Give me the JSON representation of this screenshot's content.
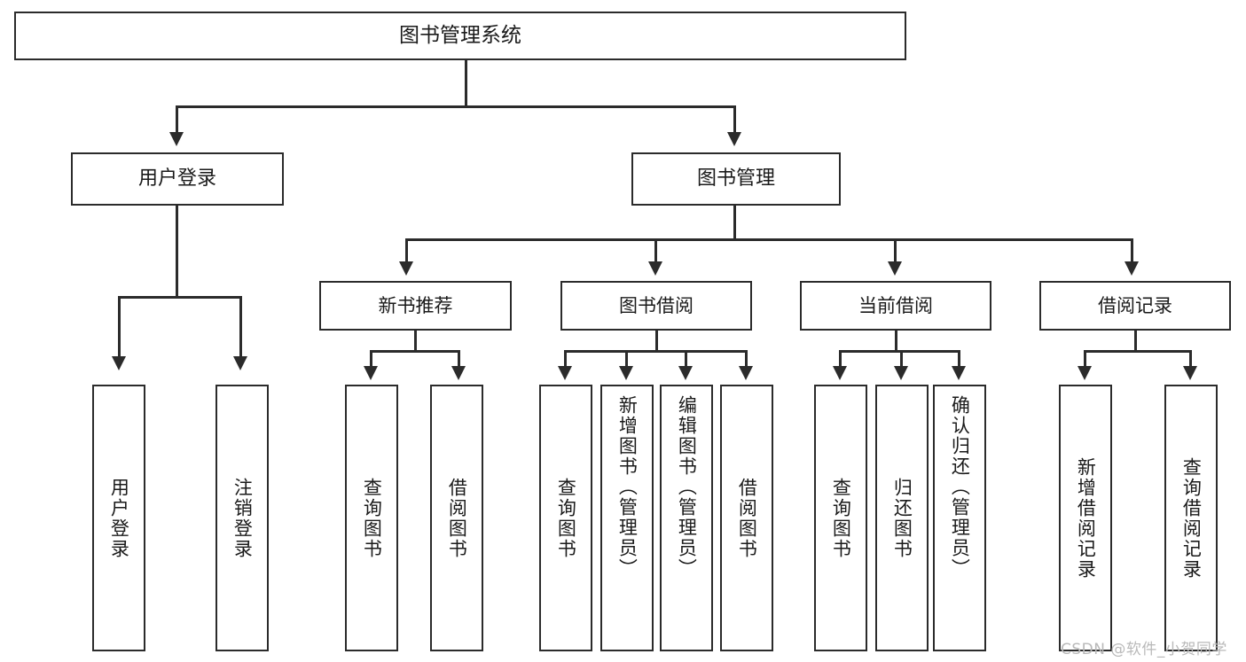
{
  "diagram": {
    "title": "图书管理系统",
    "type": "hierarchy-tree",
    "root": {
      "label": "图书管理系统"
    },
    "level1": [
      {
        "label": "用户登录"
      },
      {
        "label": "图书管理"
      }
    ],
    "level2": [
      {
        "label": "新书推荐"
      },
      {
        "label": "图书借阅"
      },
      {
        "label": "当前借阅"
      },
      {
        "label": "借阅记录"
      }
    ],
    "leaves": [
      {
        "label": "用户登录"
      },
      {
        "label": "注销登录"
      },
      {
        "label": "查询图书"
      },
      {
        "label": "借阅图书"
      },
      {
        "label": "查询图书"
      },
      {
        "label": "新增图书（管理员）"
      },
      {
        "label": "编辑图书（管理员）"
      },
      {
        "label": "借阅图书"
      },
      {
        "label": "查询图书"
      },
      {
        "label": "归还图书"
      },
      {
        "label": "确认归还（管理员）"
      },
      {
        "label": "新增借阅记录"
      },
      {
        "label": "查询借阅记录"
      }
    ]
  },
  "watermark": {
    "text": "CSDN @软件_小贺同学"
  },
  "colors": {
    "stroke": "#2b2b2b",
    "background": "#ffffff",
    "text": "#1a1a1a",
    "watermark": "#b9b9b9"
  }
}
